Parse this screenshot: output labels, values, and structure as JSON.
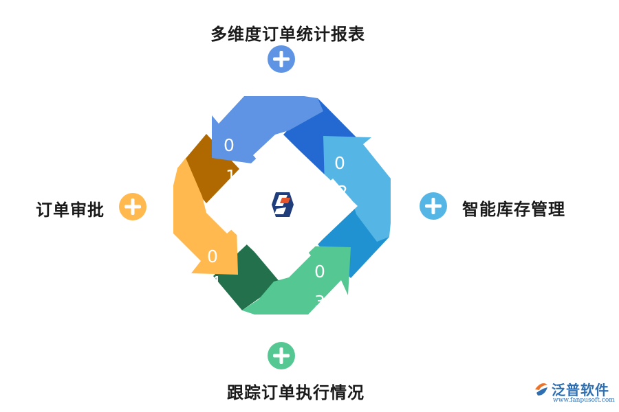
{
  "labels": {
    "top": "多维度订单统计报表",
    "left": "订单审批",
    "right": "智能库存管理",
    "bottom": "跟踪订单执行情况"
  },
  "steps": {
    "s1": {
      "digit_a": "0",
      "digit_b": "1",
      "color": "#5e94e3",
      "shadow": "#2369d1"
    },
    "s2": {
      "digit_a": "0",
      "digit_b": "2",
      "color": "#55b6e5",
      "shadow": "#2092d1"
    },
    "s3": {
      "digit_a": "0",
      "digit_b": "3",
      "color": "#54c792",
      "shadow": "#22704c"
    },
    "s4": {
      "digit_a": "0",
      "digit_b": "4",
      "color": "#ffb94e",
      "shadow": "#b06800"
    }
  },
  "icons": {
    "top": "plus-icon",
    "left": "plus-icon",
    "right": "plus-icon",
    "bottom": "plus-icon",
    "center": "hexagon-logo-icon"
  },
  "brand": {
    "name": "泛普软件",
    "url": "www.fanpusoft.com",
    "color": "#2f6fb1"
  }
}
